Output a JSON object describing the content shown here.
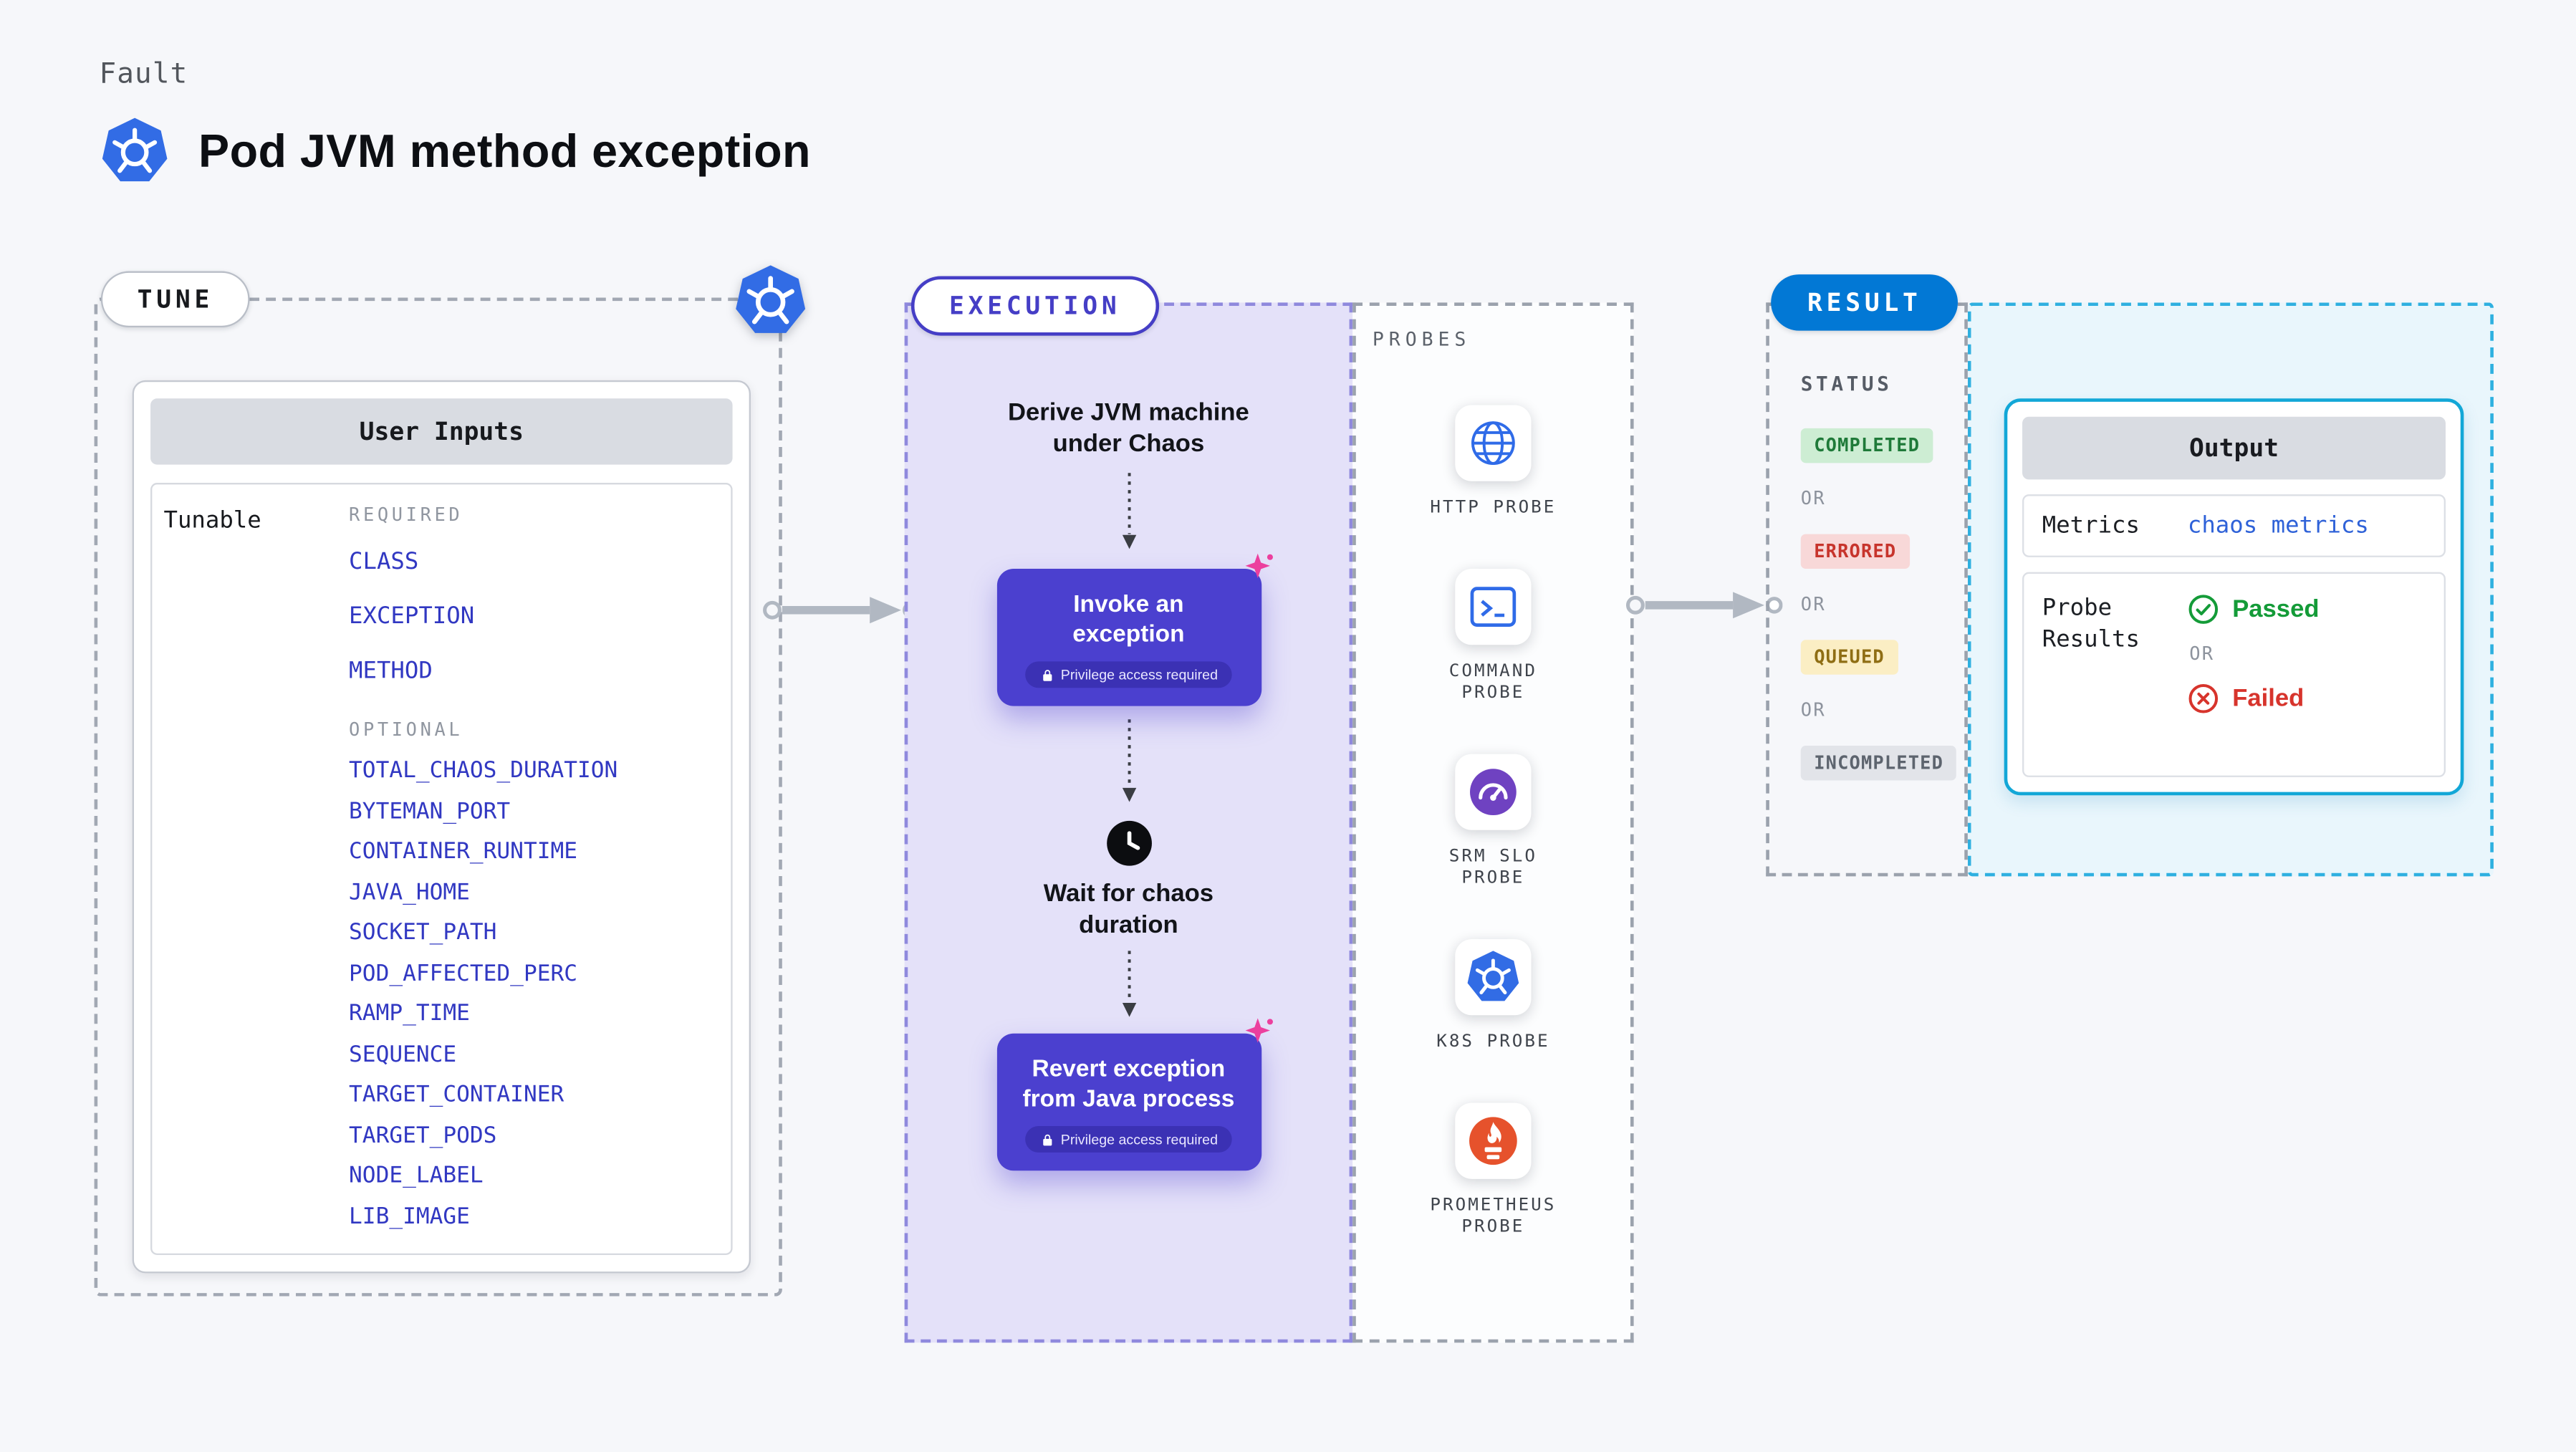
{
  "page": {
    "kicker": "Fault",
    "title": "Pod JVM method exception"
  },
  "tune": {
    "label": "TUNE",
    "card_title": "User Inputs",
    "tunable_label": "Tunable",
    "required_label": "REQUIRED",
    "required_params": [
      "CLASS",
      "EXCEPTION",
      "METHOD"
    ],
    "optional_label": "OPTIONAL",
    "optional_params": [
      "TOTAL_CHAOS_DURATION",
      "BYTEMAN_PORT",
      "CONTAINER_RUNTIME",
      "JAVA_HOME",
      "SOCKET_PATH",
      "POD_AFFECTED_PERC",
      "RAMP_TIME",
      "SEQUENCE",
      "TARGET_CONTAINER",
      "TARGET_PODS",
      "NODE_LABEL",
      "LIB_IMAGE"
    ]
  },
  "execution": {
    "label": "EXECUTION",
    "derive_step": "Derive JVM machine under Chaos",
    "invoke_step": "Invoke an exception",
    "privilege_note": "Privilege access required",
    "wait_step": "Wait for chaos duration",
    "revert_step": "Revert exception from Java process"
  },
  "probes": {
    "label": "PROBES",
    "items": [
      {
        "name": "HTTP PROBE",
        "icon": "globe-icon"
      },
      {
        "name": "COMMAND PROBE",
        "icon": "terminal-icon"
      },
      {
        "name": "SRM SLO PROBE",
        "icon": "gauge-icon"
      },
      {
        "name": "K8S PROBE",
        "icon": "kubernetes-icon"
      },
      {
        "name": "PROMETHEUS PROBE",
        "icon": "prometheus-icon"
      }
    ]
  },
  "result": {
    "label": "RESULT",
    "status_label": "STATUS",
    "statuses": [
      "COMPLETED",
      "ERRORED",
      "QUEUED",
      "INCOMPLETED"
    ],
    "or_label": "OR",
    "output": {
      "title": "Output",
      "metrics_label": "Metrics",
      "metrics_value": "chaos metrics",
      "probe_results_label": "Probe Results",
      "passed_label": "Passed",
      "failed_label": "Failed"
    }
  },
  "colors": {
    "kubernetes_blue": "#326ce5",
    "execution_accent": "#4b40cf",
    "execution_bg": "#e4e1f9",
    "result_accent": "#0278d5",
    "output_accent": "#12a7d7",
    "param_text": "#3138c2",
    "sparkle_pink": "#ec3f9e",
    "link_blue": "#2f62d8",
    "completed_bg": "#cdedd3",
    "completed_fg": "#1f7a39",
    "errored_bg": "#f8d8d8",
    "errored_fg": "#c7342c",
    "queued_bg": "#fbeec4",
    "queued_fg": "#8f6e14",
    "incompleted_bg": "#e2e4e9",
    "incompleted_fg": "#5d646e",
    "passed_green": "#149b38",
    "failed_red": "#d7342c"
  }
}
